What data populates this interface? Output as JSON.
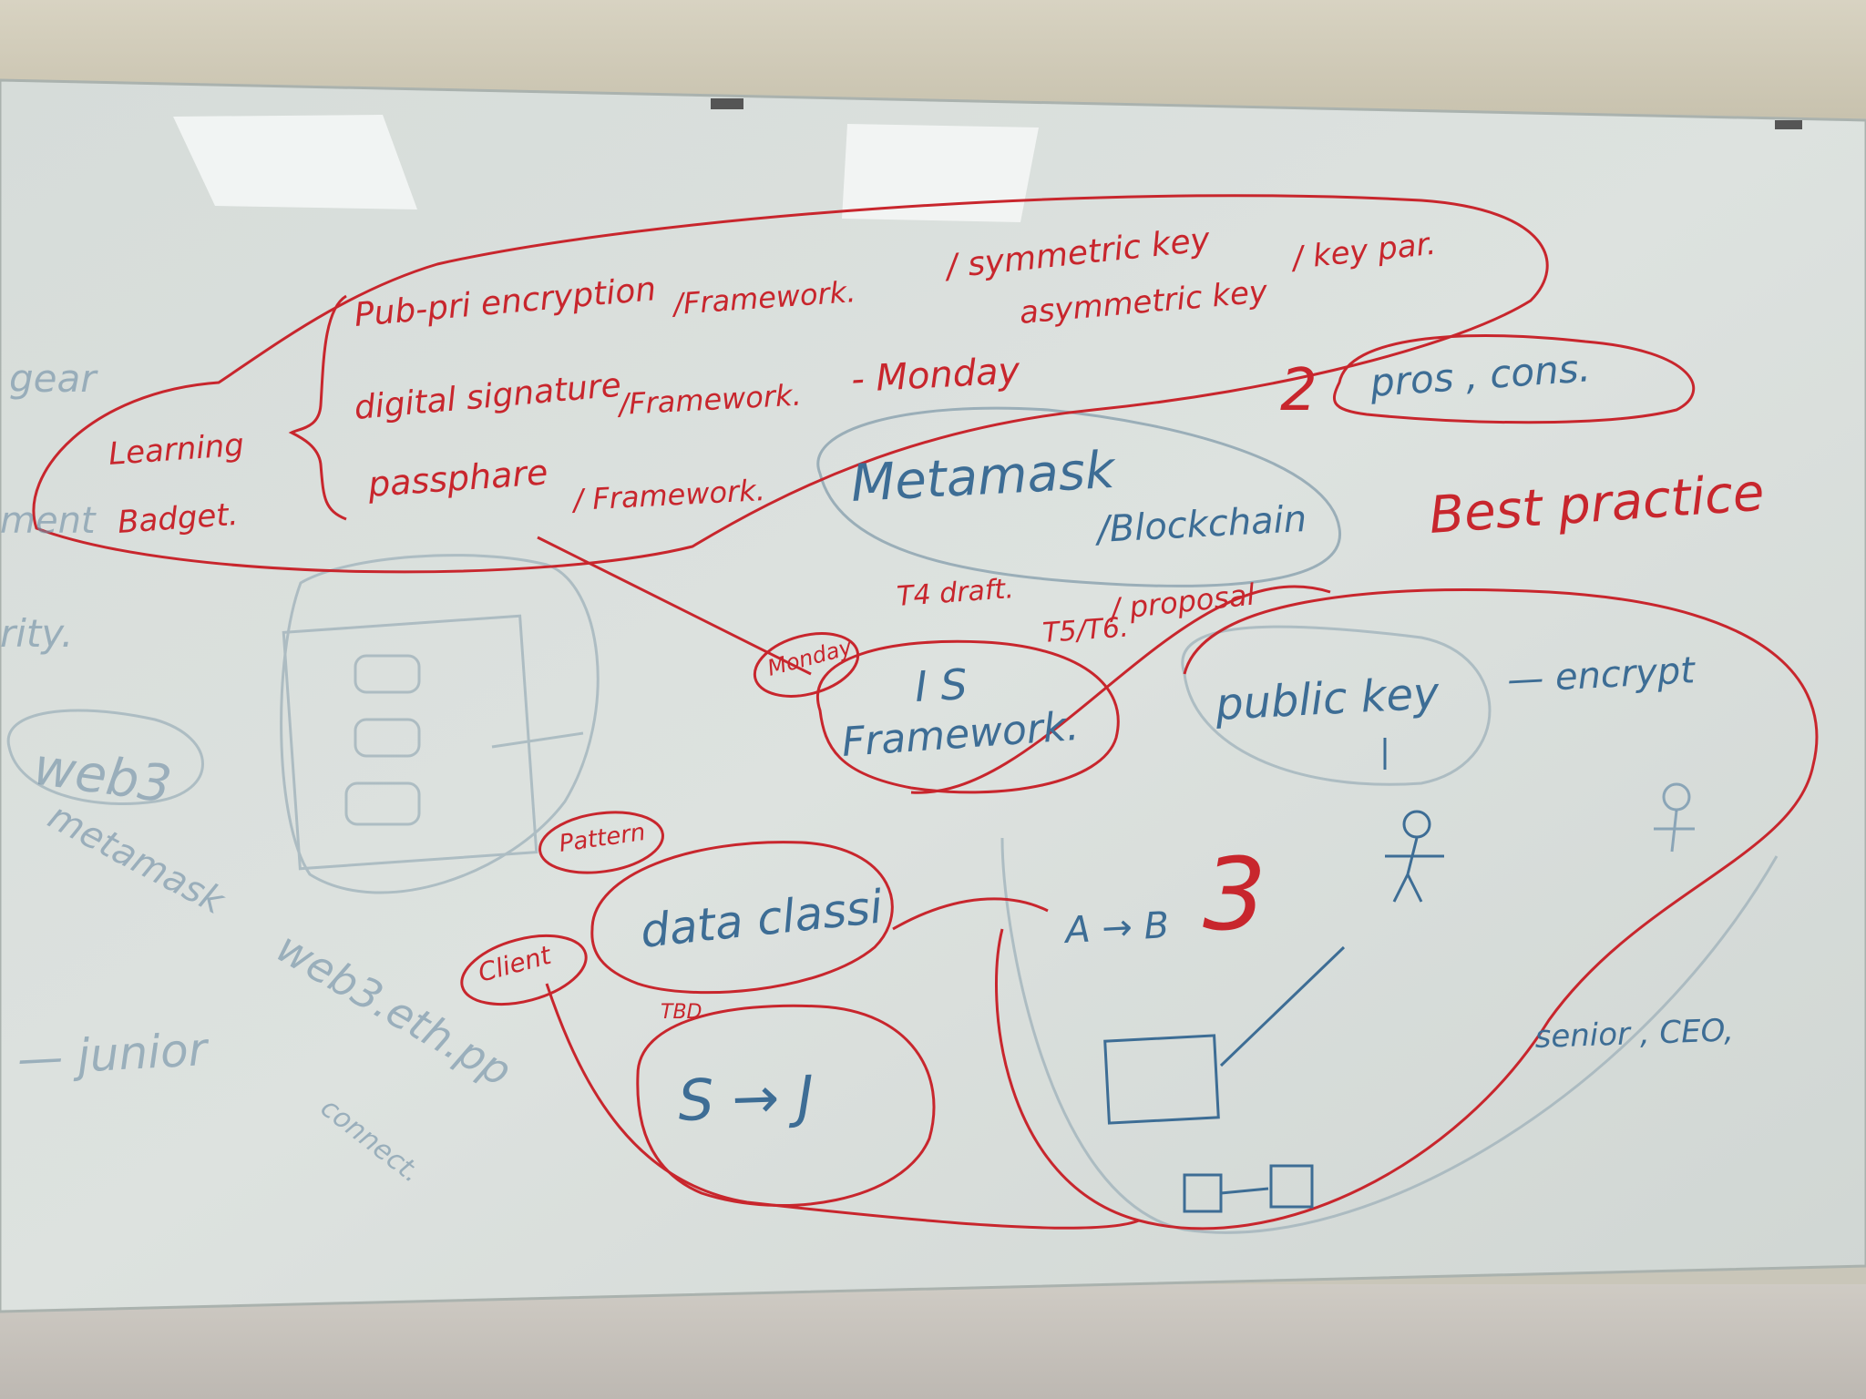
{
  "red_notes": {
    "l1_a": "Pub-pri encryption",
    "l1_b": "/Framework.",
    "l1_c": "/ symmetric key",
    "l1_d": "asymmetric key",
    "l1_e": "/ key par.",
    "l2_a": "digital signature",
    "l2_b": "/Framework.",
    "l2_c": "- Monday",
    "l3_a": "passphare",
    "l3_b": "/ Framework.",
    "lb_1": "Learning",
    "lb_2": "Badget.",
    "two": "2",
    "best": "Best practice",
    "t4": "T4 draft.",
    "t5": "T5/T6.",
    "proposal": "/ proposal",
    "monday": "Monday",
    "pattern": "Pattern",
    "client": "Client",
    "three": "3",
    "tbd": "TBD"
  },
  "blue_notes": {
    "pros": "pros , cons.",
    "metamask": "Metamask",
    "blockchain": "/Blockchain",
    "is": "I S",
    "framework": "Framework.",
    "public": "public key",
    "encrypt": "— encrypt",
    "data": "data classi",
    "ab": "A → B",
    "sj": "S → J",
    "senior": "senior , CEO,"
  },
  "faint_notes": {
    "gear": "gear",
    "ment": "ment",
    "rity": "rity.",
    "web3": "web3",
    "metamask2": "metamask",
    "web3eth": "web3.eth.pp",
    "junior": "— junior",
    "connect": "connect."
  }
}
